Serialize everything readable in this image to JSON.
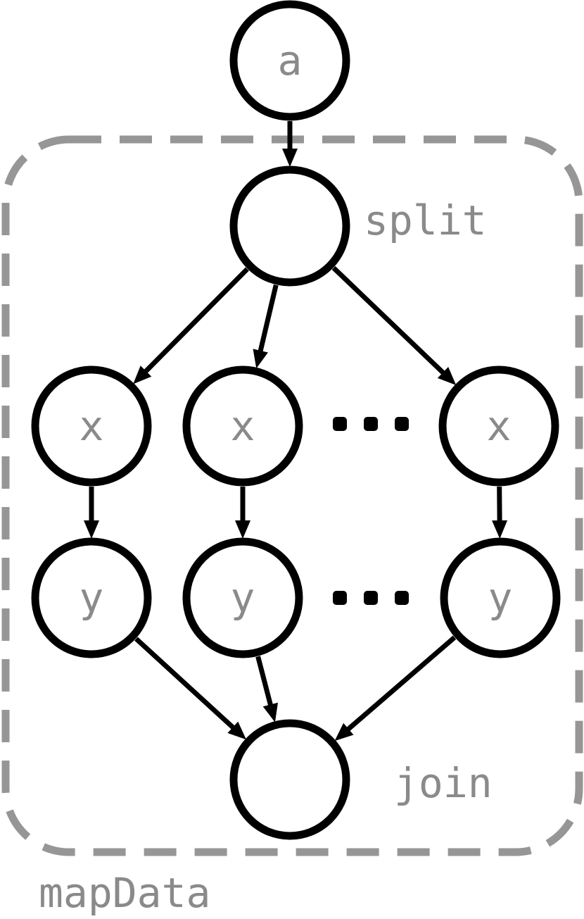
{
  "group": {
    "label": "mapData"
  },
  "nodes": {
    "a": {
      "label": "a"
    },
    "split": {
      "label": "",
      "side_label": "split"
    },
    "x1": {
      "label": "x"
    },
    "x2": {
      "label": "x"
    },
    "x3": {
      "label": "x"
    },
    "y1": {
      "label": "y"
    },
    "y2": {
      "label": "y"
    },
    "y3": {
      "label": "y"
    },
    "join": {
      "label": "",
      "side_label": "join"
    }
  },
  "edges": [
    {
      "from": "a",
      "to": "split"
    },
    {
      "from": "split",
      "to": "x1"
    },
    {
      "from": "split",
      "to": "x2"
    },
    {
      "from": "split",
      "to": "x3"
    },
    {
      "from": "x1",
      "to": "y1"
    },
    {
      "from": "x2",
      "to": "y2"
    },
    {
      "from": "x3",
      "to": "y3"
    },
    {
      "from": "y1",
      "to": "join"
    },
    {
      "from": "y2",
      "to": "join"
    },
    {
      "from": "y3",
      "to": "join"
    }
  ],
  "ellipses": [
    "continuation-x",
    "continuation-y"
  ]
}
